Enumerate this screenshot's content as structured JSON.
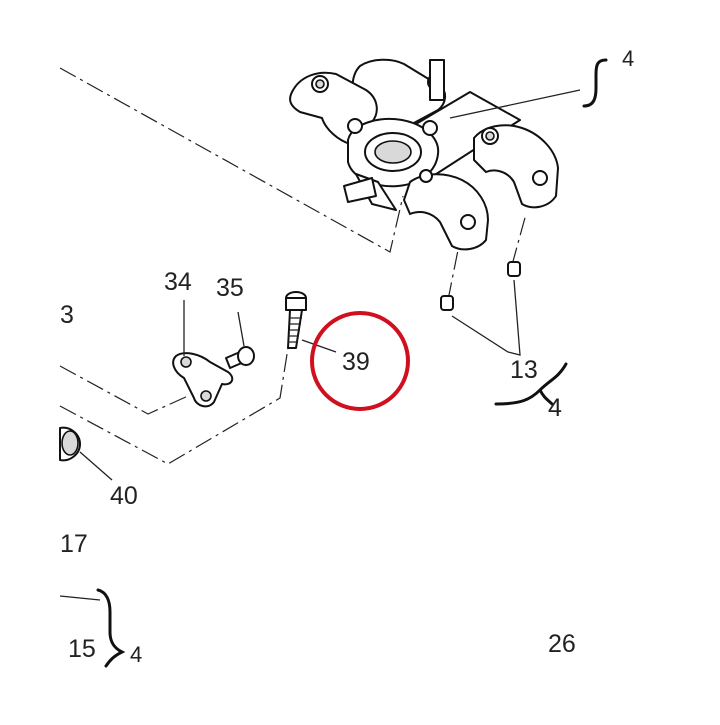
{
  "callouts": {
    "top_right": "4",
    "left_3": "3",
    "c34": "34",
    "c35": "35",
    "c39": "39",
    "c13": "13",
    "c13_qty": "4",
    "c40": "40",
    "c17": "17",
    "c15": "15",
    "c15_qty": "4",
    "c26": "26"
  },
  "colors": {
    "highlight": "#d0101e",
    "ink": "#222222",
    "background": "#ffffff"
  },
  "highlighted_callout": "39"
}
